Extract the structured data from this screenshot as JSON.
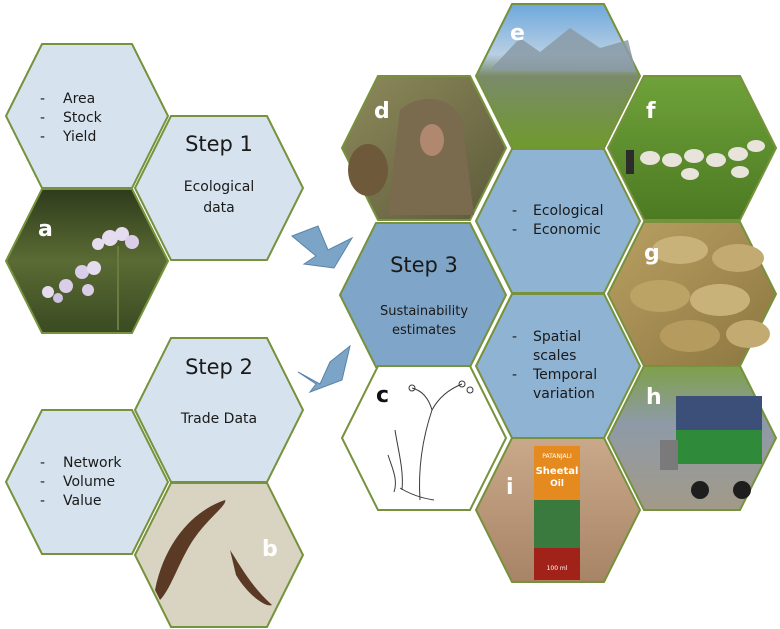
{
  "colors": {
    "hex_light": "#d6e3ee",
    "hex_medium": "#8fb3d3",
    "hex_step3": "#7fa5c8",
    "border": "#76923c",
    "arrow": "#7ba4c6"
  },
  "step1": {
    "title": "Step 1",
    "subtitle_line1": "Ecological",
    "subtitle_line2": "data"
  },
  "step1_list": [
    "Area",
    "Stock",
    "Yield"
  ],
  "step2": {
    "title": "Step 2",
    "subtitle": "Trade Data"
  },
  "step2_list": [
    "Network",
    "Volume",
    "Value"
  ],
  "step3": {
    "title": "Step 3",
    "subtitle_line1": "Sustainability",
    "subtitle_line2": "estimates"
  },
  "eco_list": [
    "Ecological",
    "Economic"
  ],
  "scale_list": [
    "Spatial",
    "scales",
    "Temporal",
    "variation"
  ],
  "photo_labels": {
    "a": "a",
    "b": "b",
    "c": "c",
    "d": "d",
    "e": "e",
    "f": "f",
    "g": "g",
    "h": "h",
    "i": "i"
  },
  "product": {
    "brand": "PATANJALI",
    "name_line1": "Sheetal",
    "name_line2": "Oil",
    "volume": "100 ml"
  }
}
